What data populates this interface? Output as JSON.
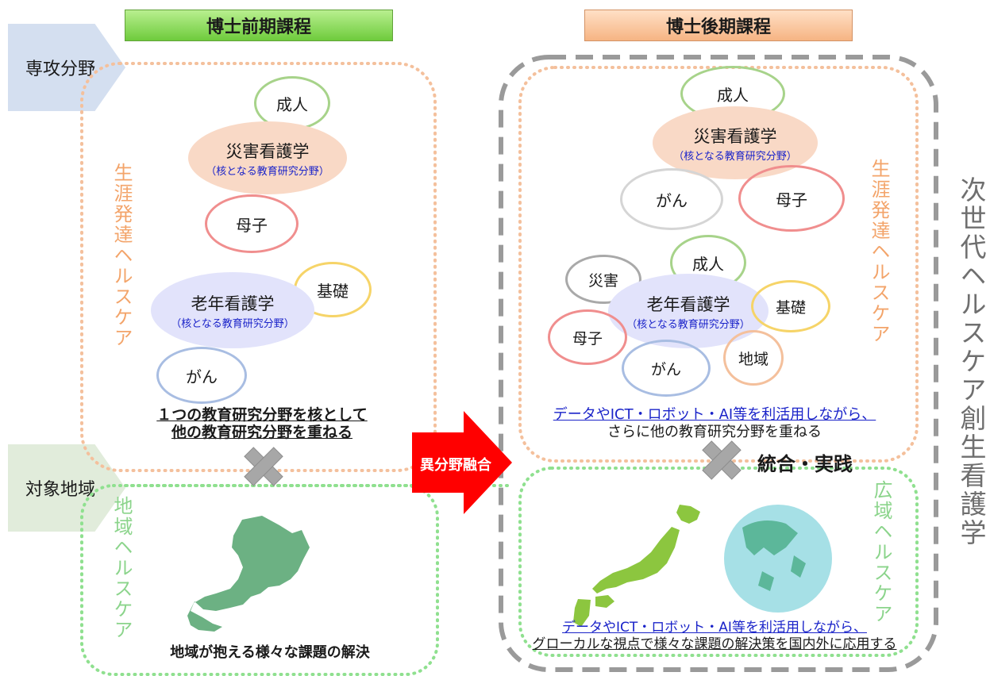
{
  "headers": {
    "master": "博士前期課程",
    "doctor": "博士後期課程"
  },
  "tags": {
    "specialty": "専攻分野",
    "target_region": "対象地域"
  },
  "vertical": {
    "lifespan_left": "生涯発達ヘルスケア",
    "lifespan_right": "生涯発達ヘルスケア",
    "regional": "地域ヘルスケア",
    "wide_area": "広域ヘルスケア",
    "next_gen": "次世代ヘルスケア創生看護学"
  },
  "left_panel": {
    "seijin": "成人",
    "saigai": "災害看護学",
    "saigai_sub": "（核となる教育研究分野）",
    "boshi": "母子",
    "kiso": "基礎",
    "rounen": "老年看護学",
    "rounen_sub": "（核となる教育研究分野）",
    "gan": "がん",
    "caption_line1": "１つの教育研究分野を核として",
    "caption_line2": "他の教育研究分野を重ねる"
  },
  "right_panel": {
    "seijin_top": "成人",
    "saigai": "災害看護学",
    "saigai_sub": "（核となる教育研究分野）",
    "gan_top": "がん",
    "boshi_top": "母子",
    "seijin_mid": "成人",
    "saigai_small": "災害",
    "rounen": "老年看護学",
    "rounen_sub": "（核となる教育研究分野）",
    "kiso": "基礎",
    "boshi_bottom": "母子",
    "chiiki": "地域",
    "gan_bottom": "がん",
    "caption_line1": "データやICT・ロボット・AI等を利活用しながら、",
    "caption_line2": "さらに他の教育研究分野を重ねる"
  },
  "arrow_label": "異分野融合",
  "integration_label": "統合・実践",
  "bottom_left_caption": "地域が抱える様々な課題の解決",
  "bottom_right_caption": {
    "line1": "データやICT・ロボット・AI等を利活用しながら、",
    "line2": "グローカルな視点で様々な課題の解決策を国内外に応用する"
  },
  "colors": {
    "peach_dots": "#f4c09c",
    "green_dots": "#8fe08f",
    "gray_dash": "#9a9a9a",
    "orange_text": "#f3a46a",
    "green_text": "#8bd48b",
    "blue_text": "#1a23c9",
    "arrow_red": "#ff0000"
  }
}
